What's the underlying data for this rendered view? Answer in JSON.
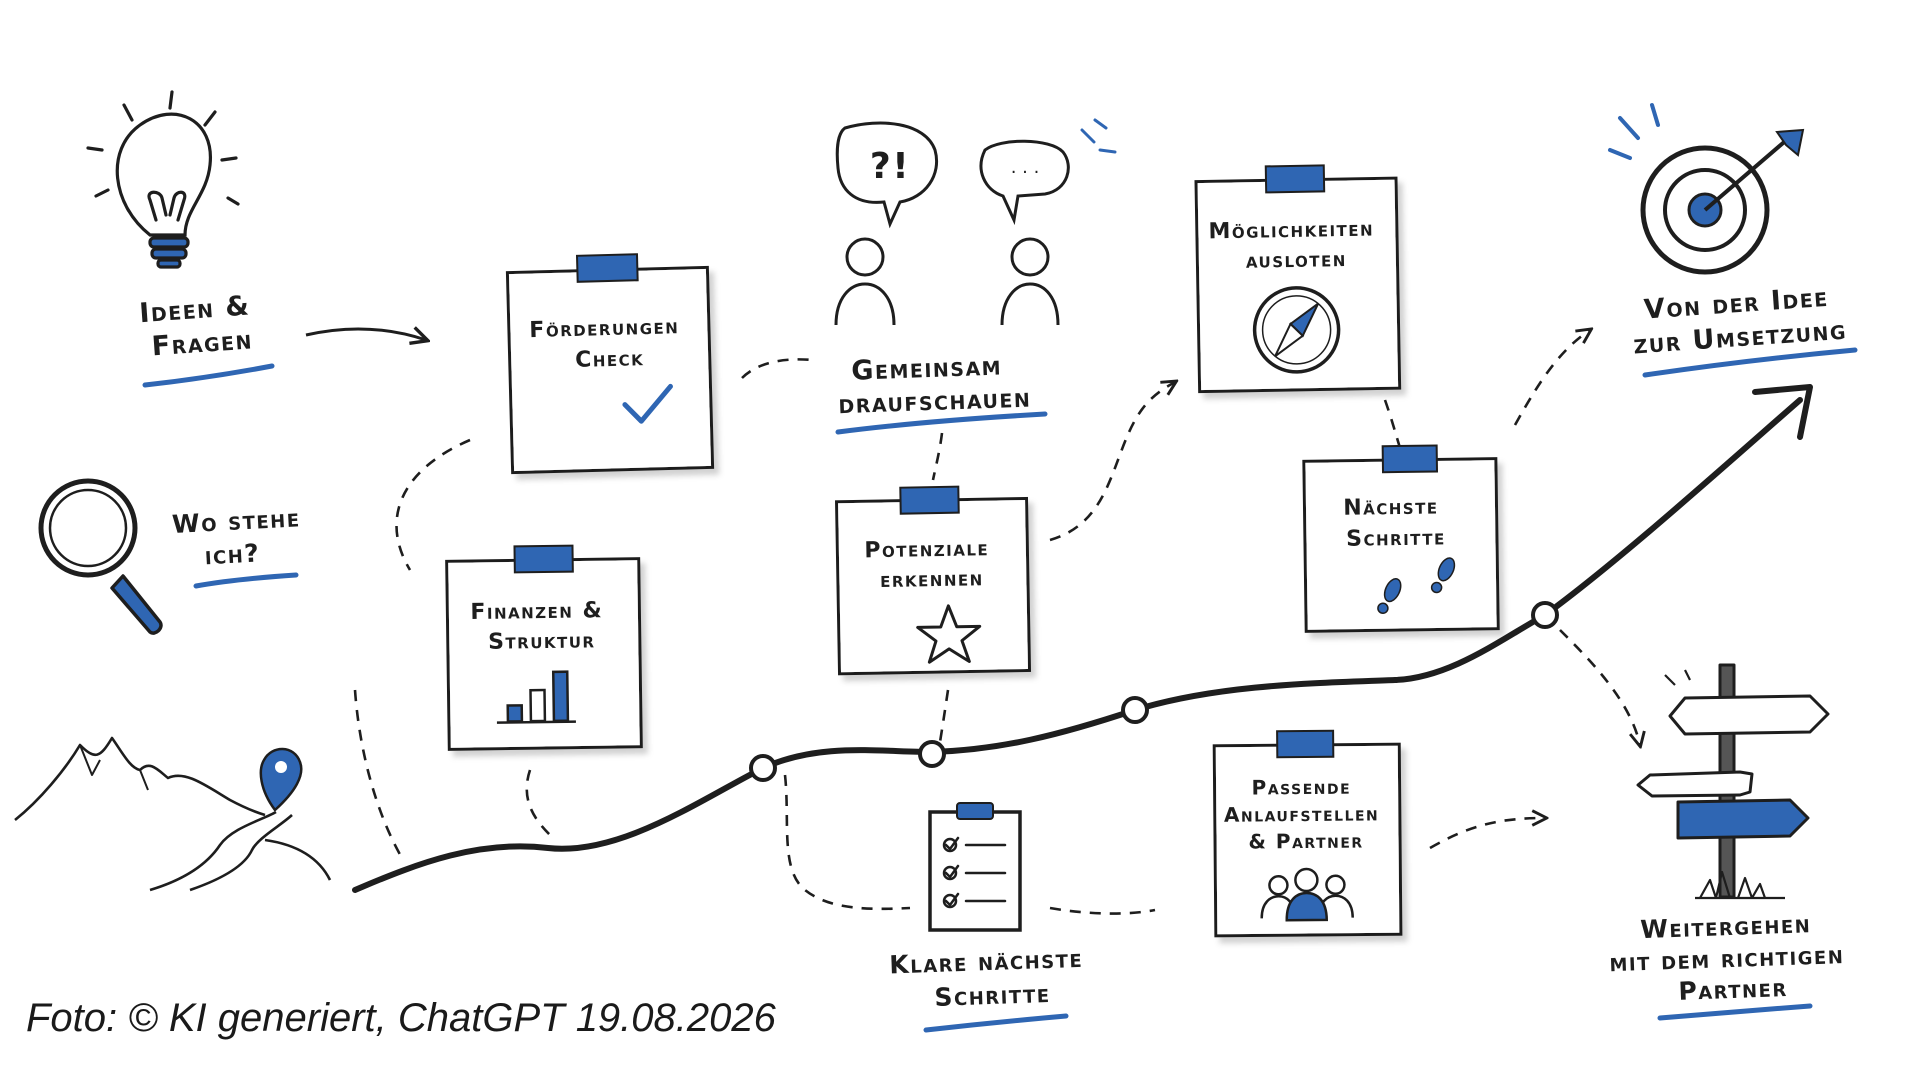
{
  "colors": {
    "ink": "#1e1e1e",
    "accent": "#2f66b3",
    "paper": "#ffffff"
  },
  "labels": {
    "ideas": [
      "Ideen &",
      "Fragen"
    ],
    "where": [
      "Wo stehe",
      "ich?"
    ],
    "foerder": [
      "Förderungen",
      "Check"
    ],
    "finanzen": [
      "Finanzen &",
      "Struktur"
    ],
    "gemeinsam": [
      "Gemeinsam",
      "draufschauen"
    ],
    "potenziale": [
      "Potenziale",
      "erkennen"
    ],
    "moeglich": [
      "Möglichkeiten",
      "ausloten"
    ],
    "naechste": [
      "Nächste",
      "Schritte"
    ],
    "idee": [
      "Von der Idee",
      "zur Umsetzung"
    ],
    "klare": [
      "Klare nächste",
      "Schritte"
    ],
    "passende": [
      "Passende",
      "Anlaufstellen",
      "& Partner"
    ],
    "weiter": [
      "Weitergehen",
      "mit dem richtigen",
      "Partner"
    ],
    "bubble_left": "?!",
    "bubble_right": "· · ·"
  },
  "icons": [
    "lightbulb-icon",
    "magnifier-icon",
    "mountain-icon",
    "location-pin-icon",
    "checkmark-icon",
    "bar-chart-icon",
    "person-icon",
    "speech-bubble-icon",
    "star-icon",
    "compass-icon",
    "footprints-icon",
    "target-icon",
    "arrow-icon",
    "clipboard-icon",
    "group-icon",
    "signpost-icon"
  ],
  "caption": "Foto:  © KI generiert, ChatGPT 19.08.2026"
}
